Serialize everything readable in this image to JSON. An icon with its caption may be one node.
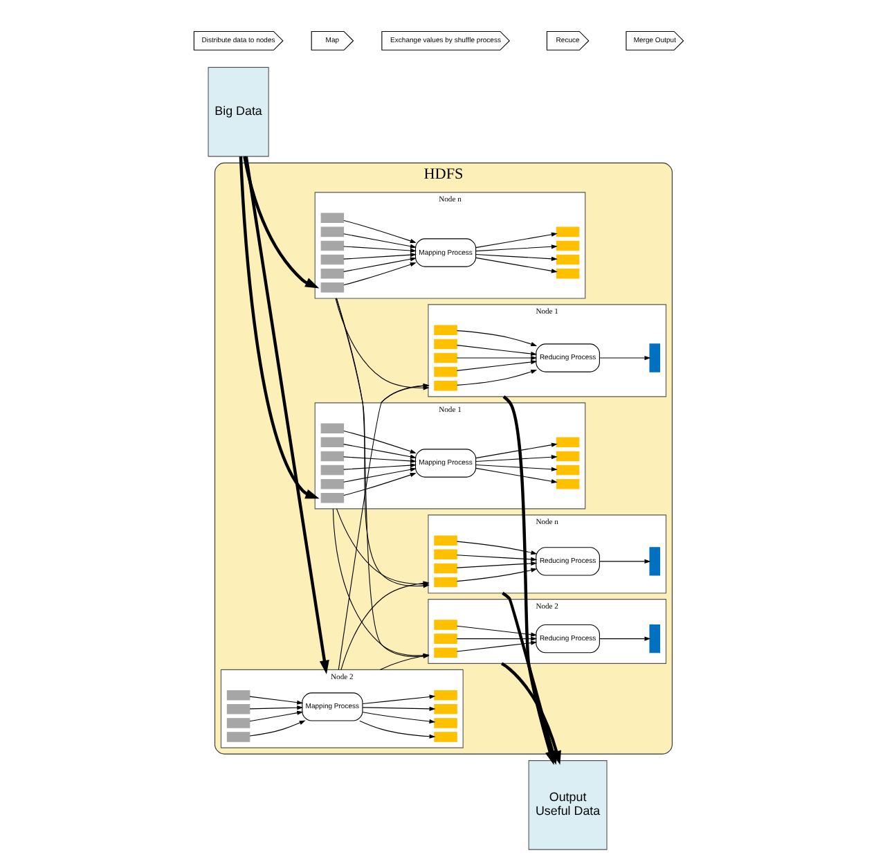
{
  "diagram": {
    "nodes": [
      {
        "text": [
          "Big Data"
        ]
      },
      {
        "text": [
          "HDFS"
        ]
      },
      {
        "text": [
          "Node 1"
        ],
        "in": 1
      },
      {
        "text": [],
        "shape": "box",
        "in": 2
      },
      {
        "text": [],
        "shape": "box",
        "in": 2
      },
      {
        "text": [],
        "shape": "box",
        "in": 2
      },
      {
        "text": [],
        "shape": "box",
        "in": 2
      },
      {
        "text": [],
        "shape": "box",
        "in": 2
      },
      {
        "text": [],
        "shape": "box",
        "in": 2
      },
      {
        "text": [
          "Mapping Process"
        ],
        "in": 2
      },
      {
        "text": [],
        "shape": "box",
        "in": 2
      },
      {
        "text": [],
        "shape": "box",
        "in": 2
      },
      {
        "text": [],
        "shape": "box",
        "in": 2
      },
      {
        "text": [],
        "shape": "box",
        "in": 2
      },
      {
        "text": [
          "Node 2"
        ],
        "in": 1
      },
      {
        "text": [],
        "shape": "box",
        "in": 14
      },
      {
        "text": [],
        "shape": "box",
        "in": 14
      },
      {
        "text": [],
        "shape": "box",
        "in": 14
      },
      {
        "text": [],
        "shape": "box",
        "in": 14
      },
      {
        "text": [
          "Mapping Process"
        ],
        "in": 14
      },
      {
        "text": [],
        "shape": "box",
        "in": 14
      },
      {
        "text": [],
        "shape": "box",
        "in": 14
      },
      {
        "text": [],
        "shape": "box",
        "in": 14
      },
      {
        "text": [],
        "shape": "box",
        "in": 14
      },
      {
        "text": [
          "Node n"
        ],
        "in": 1
      },
      {
        "text": [],
        "shape": "box",
        "in": 24
      },
      {
        "text": [],
        "shape": "box",
        "in": 24
      },
      {
        "text": [],
        "shape": "box",
        "in": 24
      },
      {
        "text": [],
        "shape": "box",
        "in": 24
      },
      {
        "text": [],
        "shape": "box",
        "in": 24
      },
      {
        "text": [],
        "shape": "box",
        "in": 24
      },
      {
        "text": [
          "Mapping Process"
        ],
        "in": 24
      },
      {
        "text": [],
        "shape": "box",
        "in": 24
      },
      {
        "text": [],
        "shape": "box",
        "in": 24
      },
      {
        "text": [],
        "shape": "box",
        "in": 24
      },
      {
        "text": [],
        "shape": "box",
        "in": 24
      },
      {
        "text": [
          "Node 1"
        ],
        "in": 1
      },
      {
        "text": [],
        "shape": "box",
        "in": 36
      },
      {
        "text": [],
        "shape": "box",
        "in": 36
      },
      {
        "text": [],
        "shape": "box",
        "in": 36
      },
      {
        "text": [],
        "shape": "box",
        "in": 36
      },
      {
        "text": [],
        "shape": "box",
        "in": 36
      },
      {
        "text": [
          "Reducing Process"
        ],
        "in": 36
      },
      {
        "text": [],
        "shape": "box",
        "in": 36
      },
      {
        "text": [
          "Node 2"
        ],
        "in": 1
      },
      {
        "text": [],
        "shape": "box",
        "in": 44
      },
      {
        "text": [],
        "shape": "box",
        "in": 44
      },
      {
        "text": [],
        "shape": "box",
        "in": 44
      },
      {
        "text": [
          "Reducing Process"
        ],
        "in": 44
      },
      {
        "text": [],
        "shape": "box",
        "in": 44
      },
      {
        "text": [
          "Node n"
        ],
        "in": 1
      },
      {
        "text": [],
        "shape": "box",
        "in": 50
      },
      {
        "text": [],
        "shape": "box",
        "in": 50
      },
      {
        "text": [],
        "shape": "box",
        "in": 50
      },
      {
        "text": [],
        "shape": "box",
        "in": 50
      },
      {
        "text": [
          "Reducing Process"
        ],
        "in": 50
      },
      {
        "text": [],
        "shape": "box",
        "in": 50
      },
      {
        "text": [
          "Output",
          "Useful Data"
        ]
      },
      {
        "text": [
          "Distribute data to nodes"
        ]
      },
      {
        "text": [
          "Map"
        ]
      },
      {
        "text": [
          "Exchange values by shuffle process"
        ]
      },
      {
        "text": [
          "Recuce"
        ]
      },
      {
        "text": [
          "Merge Output"
        ]
      }
    ],
    "edges": [
      {
        "from": 0,
        "to": 2,
        "arrow": "to",
        "style": "thick"
      },
      {
        "from": 0,
        "to": 14,
        "arrow": "to",
        "style": "thick"
      },
      {
        "from": 0,
        "to": 24,
        "arrow": "to",
        "style": "thick"
      },
      {
        "from": 3,
        "to": 9,
        "arrow": "to"
      },
      {
        "from": 4,
        "to": 9,
        "arrow": "to"
      },
      {
        "from": 5,
        "to": 9,
        "arrow": "to"
      },
      {
        "from": 6,
        "to": 9,
        "arrow": "to"
      },
      {
        "from": 7,
        "to": 9,
        "arrow": "to"
      },
      {
        "from": 8,
        "to": 9,
        "arrow": "to"
      },
      {
        "from": 9,
        "to": 10,
        "arrow": "to"
      },
      {
        "from": 9,
        "to": 11,
        "arrow": "to"
      },
      {
        "from": 9,
        "to": 12,
        "arrow": "to"
      },
      {
        "from": 9,
        "to": 13,
        "arrow": "to"
      },
      {
        "from": 15,
        "to": 19,
        "arrow": "to"
      },
      {
        "from": 16,
        "to": 19,
        "arrow": "to"
      },
      {
        "from": 17,
        "to": 19,
        "arrow": "to"
      },
      {
        "from": 18,
        "to": 19,
        "arrow": "to"
      },
      {
        "from": 19,
        "to": 20,
        "arrow": "to"
      },
      {
        "from": 19,
        "to": 21,
        "arrow": "to"
      },
      {
        "from": 19,
        "to": 22,
        "arrow": "to"
      },
      {
        "from": 19,
        "to": 23,
        "arrow": "to"
      },
      {
        "from": 25,
        "to": 31,
        "arrow": "to"
      },
      {
        "from": 26,
        "to": 31,
        "arrow": "to"
      },
      {
        "from": 27,
        "to": 31,
        "arrow": "to"
      },
      {
        "from": 28,
        "to": 31,
        "arrow": "to"
      },
      {
        "from": 29,
        "to": 31,
        "arrow": "to"
      },
      {
        "from": 30,
        "to": 31,
        "arrow": "to"
      },
      {
        "from": 31,
        "to": 32,
        "arrow": "to"
      },
      {
        "from": 31,
        "to": 33,
        "arrow": "to"
      },
      {
        "from": 31,
        "to": 34,
        "arrow": "to"
      },
      {
        "from": 31,
        "to": 35,
        "arrow": "to"
      },
      {
        "from": 2,
        "to": 36,
        "arrow": "to"
      },
      {
        "from": 2,
        "to": 44,
        "arrow": "to"
      },
      {
        "from": 2,
        "to": 50,
        "arrow": "to"
      },
      {
        "from": 14,
        "to": 36,
        "arrow": "to"
      },
      {
        "from": 14,
        "to": 44,
        "arrow": "to"
      },
      {
        "from": 14,
        "to": 50,
        "arrow": "to"
      },
      {
        "from": 24,
        "to": 36,
        "arrow": "to"
      },
      {
        "from": 24,
        "to": 44,
        "arrow": "to"
      },
      {
        "from": 24,
        "to": 50,
        "arrow": "to"
      },
      {
        "from": 37,
        "to": 42,
        "arrow": "to"
      },
      {
        "from": 38,
        "to": 42,
        "arrow": "to"
      },
      {
        "from": 39,
        "to": 42,
        "arrow": "to"
      },
      {
        "from": 40,
        "to": 42,
        "arrow": "to"
      },
      {
        "from": 41,
        "to": 42,
        "arrow": "to"
      },
      {
        "from": 42,
        "to": 43,
        "arrow": "to"
      },
      {
        "from": 45,
        "to": 48,
        "arrow": "to"
      },
      {
        "from": 46,
        "to": 48,
        "arrow": "to"
      },
      {
        "from": 47,
        "to": 48,
        "arrow": "to"
      },
      {
        "from": 48,
        "to": 49,
        "arrow": "to"
      },
      {
        "from": 51,
        "to": 55,
        "arrow": "to"
      },
      {
        "from": 52,
        "to": 55,
        "arrow": "to"
      },
      {
        "from": 53,
        "to": 55,
        "arrow": "to"
      },
      {
        "from": 54,
        "to": 55,
        "arrow": "to"
      },
      {
        "from": 55,
        "to": 56,
        "arrow": "to"
      },
      {
        "from": 36,
        "to": 57,
        "arrow": "to",
        "style": "thick"
      },
      {
        "from": 44,
        "to": 57,
        "arrow": "to",
        "style": "thick"
      },
      {
        "from": 50,
        "to": 57,
        "arrow": "to",
        "style": "thick"
      }
    ]
  }
}
